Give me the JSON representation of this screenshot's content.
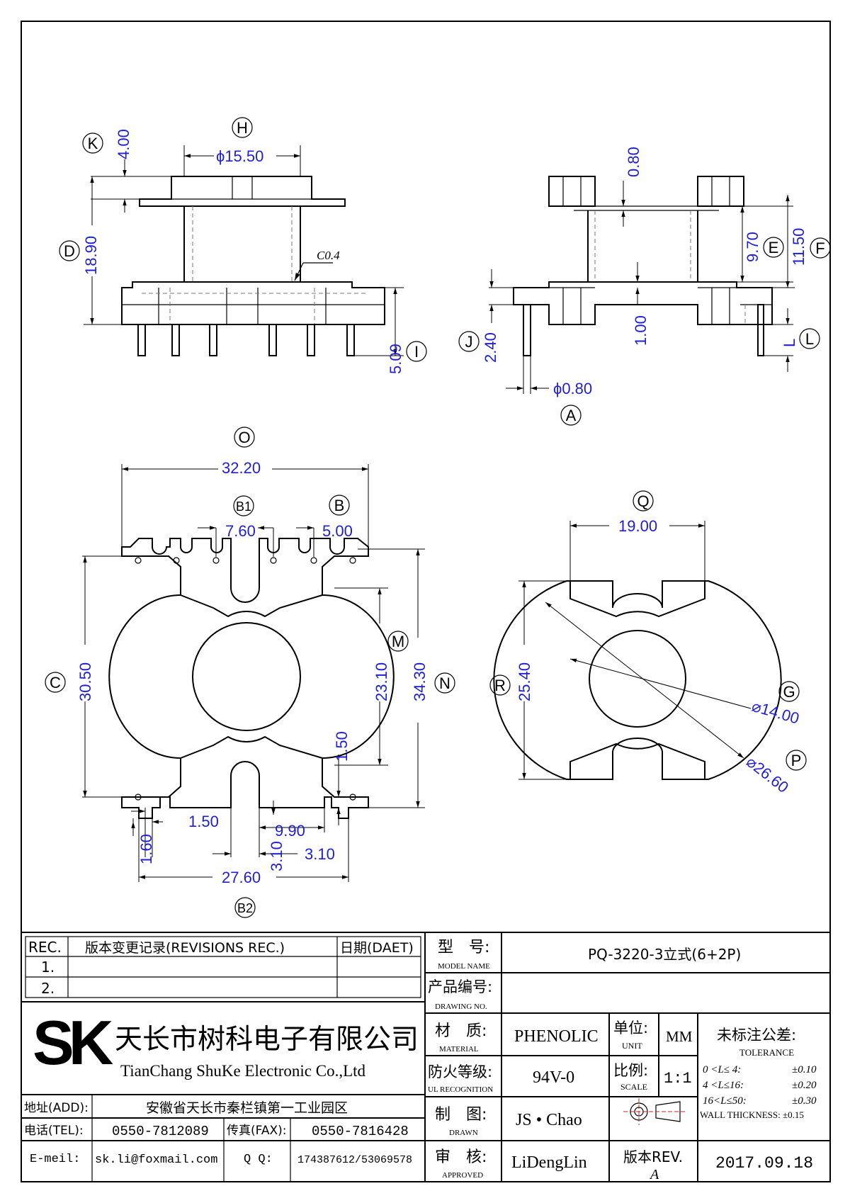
{
  "callouts": {
    "K": "K",
    "H": "H",
    "D": "D",
    "I": "I",
    "J": "J",
    "A": "A",
    "E": "E",
    "F": "F",
    "L": "L",
    "O": "O",
    "B1": "B1",
    "B": "B",
    "C": "C",
    "M": "M",
    "N": "N",
    "B2": "B2",
    "Q": "Q",
    "R": "R",
    "G": "G",
    "P": "P"
  },
  "dims": {
    "k_4_00": "4.00",
    "h_15_50": "ϕ15.50",
    "d_18_90": "18.90",
    "i_5_09": "5.09",
    "c04": "C0.4",
    "e_0_80": "0.80",
    "e_9_70": "9.70",
    "f_11_50": "11.50",
    "c_1_00": "1.00",
    "j_2_40": "2.40",
    "a_0_80": "ϕ0.80",
    "l_L": "L",
    "o_32_20": "32.20",
    "b1_7_60": "7.60",
    "b_5_00": "5.00",
    "c_30_50": "30.50",
    "m_23_10": "23.10",
    "n_34_30": "34.30",
    "w_1_50": "1.50",
    "b_1_50": "1.50",
    "b_1_60": "1.60",
    "b_9_90": "9.90",
    "b_3_10a": "3.10",
    "b_3_10b": "3.10",
    "b2_27_60": "27.60",
    "q_19_00": "19.00",
    "r_25_40": "25.40",
    "g_14_00": "⌀14.00",
    "p_26_60": "⌀26.60"
  },
  "title_block": {
    "rev_header": "REC.",
    "rev_records": "版本变更记录(REVISIONS REC.)",
    "rev_date": "日期(DAET)",
    "rev_row1": "1.",
    "rev_row2": "2.",
    "company_cn": "天长市树科电子有限公司",
    "company_en": "TianChang ShuKe Electronic Co.,Ltd",
    "logo": "SK",
    "model_label_cn": "型　号:",
    "model_label_en": "MODEL NAME",
    "model_value": "PQ-3220-3立式(6+2P)",
    "drawing_label_cn": "产品编号:",
    "drawing_label_en": "DRAWING NO.",
    "drawing_value": "",
    "material_label_cn": "材　质:",
    "material_label_en": "MATERIAL",
    "material_value": "PHENOLIC",
    "unit_label_cn": "单位:",
    "unit_label_en": "UNIT",
    "unit_value": "MM",
    "ul_label_cn": "防火等级:",
    "ul_label_en": "UL RECOGNITION",
    "ul_value": "94V-0",
    "scale_label_cn": "比例:",
    "scale_label_en": "SCALE",
    "scale_value": "1:1",
    "drawn_label_cn": "制　图:",
    "drawn_label_en": "DRAWN",
    "drawn_value": "JS • Chao",
    "approved_label_cn": "审　核:",
    "approved_label_en": "APPROVED",
    "approved_value": "LiDengLin",
    "rev_label": "版本REV.",
    "rev_value": "A",
    "date_value": "2017.09.18",
    "tolerance_cn": "未标注公差:",
    "tolerance_en": "TOLERANCE",
    "tol_row1_range": "0 <L≤ 4:",
    "tol_row1_value": "±0.10",
    "tol_row2_range": "4 <L≤16:",
    "tol_row2_value": "±0.20",
    "tol_row3_range": "16<L≤50:",
    "tol_row3_value": "±0.30",
    "tol_wall": "WALL THICKNESS: ±0.15",
    "addr_label": "地址(ADD):",
    "addr_value": "安徽省天长市秦栏镇第一工业园区",
    "tel_label": "电话(TEL):",
    "tel_value": "0550-7812089",
    "fax_label": "传真(FAX):",
    "fax_value": "0550-7816428",
    "email_label": "E-meil:",
    "email_value": "sk.li@foxmail.com",
    "qq_label": "Q Q:",
    "qq_value": "174387612/53069578"
  }
}
